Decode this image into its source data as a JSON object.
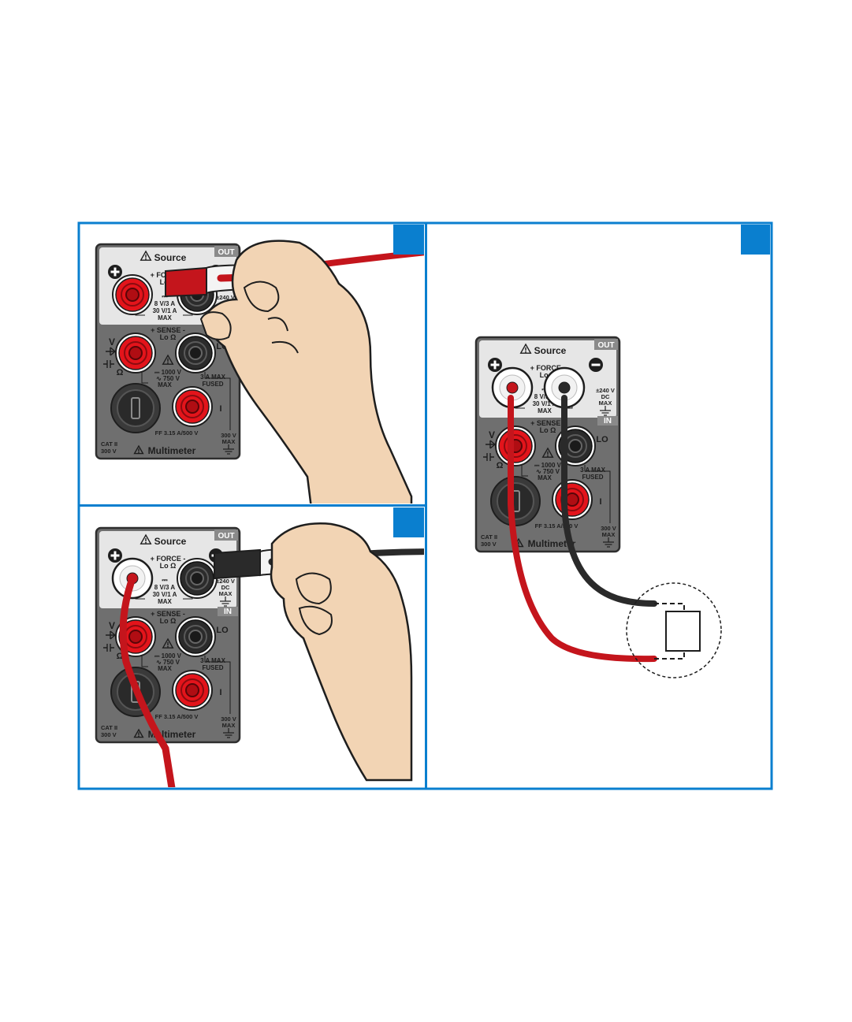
{
  "colors": {
    "frame": "#0a7fcf",
    "badge": "#0a7fcf",
    "panel_dark": "#6f6f6f",
    "panel_light": "#e6e6e6",
    "terminal_red": "#e3141b",
    "terminal_black": "#2b2b2b",
    "lead_red": "#c4151c",
    "lead_black": "#2a2a2a",
    "skin": "#f2d4b4"
  },
  "panel": {
    "source_label": "Source",
    "out_label": "OUT",
    "in_label": "IN",
    "force_label": "+ FORCE -",
    "force_lo_label": "Lo Ω",
    "sense_label": "+ SENSE -",
    "sense_lo_label": "Lo Ω",
    "source_rating_dc": "⎓",
    "source_rating_1": "8 V/3 A",
    "source_rating_2": "30 V/1 A",
    "source_rating_3": "MAX",
    "source_iso_1": "±240 V",
    "source_iso_2": "DC",
    "source_iso_3": "MAX",
    "v_label": "V",
    "ohm_label": "Ω",
    "lo_label": "LO",
    "meter_rating_1": "⎓ 1000 V",
    "meter_rating_2": "∿ 750 V",
    "meter_rating_3": "MAX",
    "current_rating_1": "3 A MAX",
    "current_rating_2": "FUSED",
    "i_label": "I",
    "fuse_label": "FF 3.15 A/500 V",
    "cat_1": "CAT II",
    "cat_2": "300 V",
    "iso_1": "300 V",
    "iso_2": "MAX",
    "multimeter_label": "Multimeter"
  }
}
